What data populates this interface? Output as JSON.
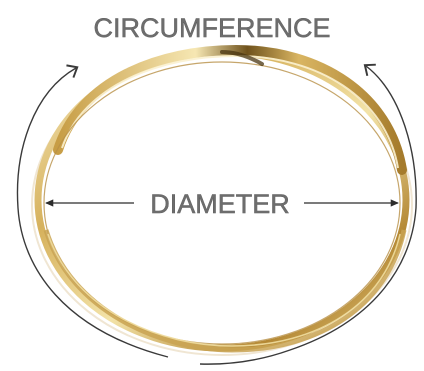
{
  "diagram": {
    "top_label": "CIRCUMFERENCE",
    "center_label": "DIAMETER",
    "object": "bangle-bracelet",
    "colors": {
      "gold_light": "#f6e7b3",
      "gold_mid": "#d9b562",
      "gold_dark": "#8f6b26",
      "arrow": "#3a3a3a",
      "label": "#6d6d6d"
    }
  }
}
